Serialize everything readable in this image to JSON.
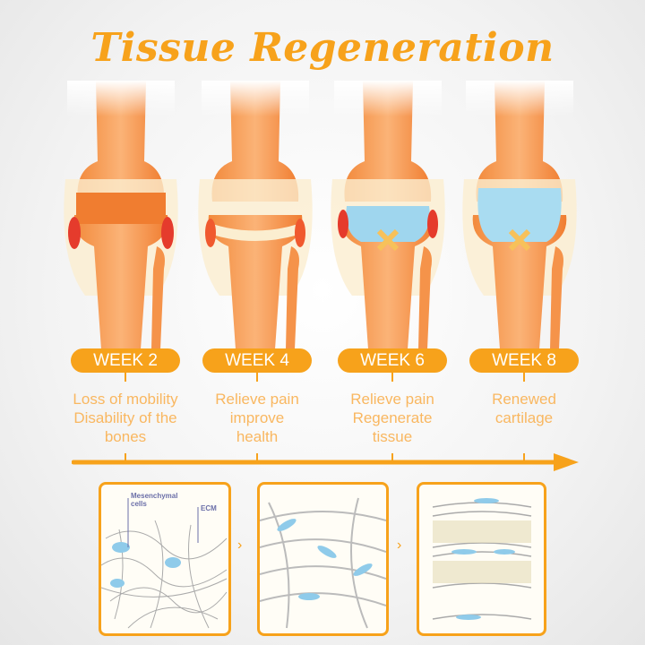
{
  "title": "Tissue Regeneration",
  "colors": {
    "accent": "#f7a21b",
    "bone": "#f7924a",
    "cartilage": "#9fd6ee"
  },
  "stages": [
    {
      "label": "WEEK 2",
      "lines": [
        "Loss of mobility",
        "Disability of the",
        "bones"
      ]
    },
    {
      "label": "WEEK 4",
      "lines": [
        "Relieve pain",
        "improve",
        "health"
      ]
    },
    {
      "label": "WEEK 6",
      "lines": [
        "Relieve pain",
        "Regenerate",
        "tissue"
      ]
    },
    {
      "label": "WEEK 8",
      "lines": [
        "Renewed",
        "cartilage"
      ]
    }
  ],
  "panels": {
    "labels": {
      "cells": "Mesenchymal cells",
      "ecm": "ECM"
    }
  }
}
